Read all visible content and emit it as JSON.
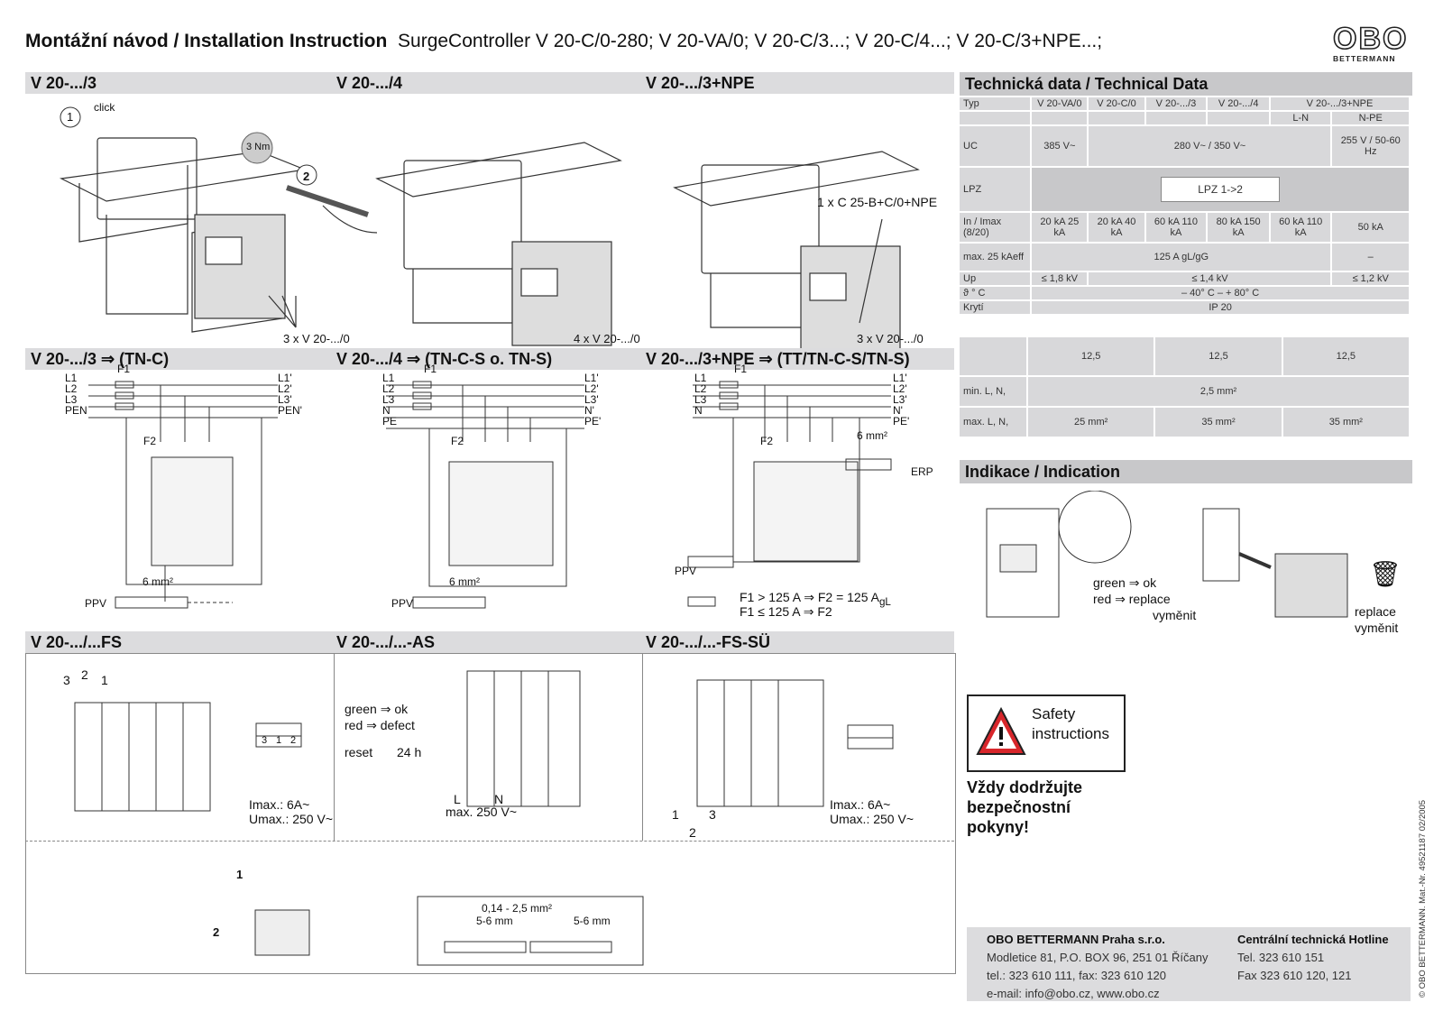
{
  "header": {
    "title_bold": "Montážní návod / Installation Instruction",
    "title_rest": "SurgeController V 20-C/0-280; V 20-VA/0; V 20-C/3...; V 20-C/4...; V 20-C/3+NPE...;",
    "logo_text": "OBO",
    "logo_sub": "BETTERMANN"
  },
  "sections": {
    "s1": "V 20-.../3",
    "s2": "V 20-.../4",
    "s3": "V 20-.../3+NPE",
    "s4": "V 20-.../3 ⇒ (TN-C)",
    "s5": "V 20-.../4 ⇒ (TN-C-S o. TN-S)",
    "s6": "V 20-.../3+NPE ⇒ (TT/TN-C-S/TN-S)",
    "s7": "V 20-.../...FS",
    "s8": "V 20-.../...-AS",
    "s9": "V 20-.../...-FS-SÜ"
  },
  "install": {
    "click": "click",
    "step1": "1",
    "step2": "2",
    "torque": "3 Nm",
    "qty3": "3 x V 20-.../0",
    "qty4": "4 x V 20-.../0",
    "qty3b": "3 x V 20-.../0",
    "npe": "1 x C 25-B+C/0+NPE"
  },
  "wiring": {
    "f1": "F1",
    "f2": "F2",
    "l1": "L1",
    "l2": "L2",
    "l3": "L3",
    "pen": "PEN",
    "n": "N",
    "pe": "PE",
    "l1p": "L1'",
    "l2p": "L2'",
    "l3p": "L3'",
    "penp": "PEN'",
    "np": "N'",
    "pep": "PE'",
    "mm6": "6 mm²",
    "ppv": "PPV",
    "erp": "ERP",
    "fuse1": "F1 >  125 A ⇒  F2 = 125 A",
    "fuse1_sub": "gL",
    "fuse2": "F1 ≤  125 A ⇒  F2"
  },
  "remote": {
    "n3": "3",
    "n2": "2",
    "n1": "1",
    "t3": "3",
    "t1": "1",
    "t2": "2",
    "imax": "Imax.: 6A~",
    "umax": "Umax.: 250 V~",
    "green": "green ⇒ ok",
    "red": "red    ⇒ defect",
    "reset": "reset",
    "h24": "24 h",
    "L": "L",
    "N": "N",
    "max250": "max. 250 V~",
    "b1": "1",
    "b3": "3",
    "b2": "2",
    "imax2": "Imax.: 6A~",
    "umax2": "Umax.: 250 V~"
  },
  "terminal": {
    "step1": "1",
    "step2": "2",
    "range": "0,14 - 2,5 mm²",
    "strip1": "5-6  mm",
    "strip2": "5-6 mm"
  },
  "tech": {
    "heading": "Technická data / Technical Data",
    "rows": [
      [
        "Typ",
        "V 20-VA/0",
        "V 20-C/0",
        "V 20-.../3",
        "V 20-.../4",
        "V 20-.../3+NPE"
      ],
      [
        "",
        "",
        "",
        "",
        "",
        "L-N",
        "N-PE"
      ],
      [
        "UC",
        "385 V~",
        "280 V~ / 350 V~",
        "255 V / 50-60 Hz"
      ],
      [
        "LPZ",
        "LPZ 1->2"
      ],
      [
        "In / Imax (8/20)",
        "20 kA 25 kA",
        "20 kA 40 kA",
        "60 kA 110 kA",
        "80 kA 150 kA",
        "60 kA 110 kA",
        "50 kA"
      ],
      [
        "max. 25 kAeff",
        "125 A gL/gG",
        "–"
      ],
      [
        "Up",
        "≤ 1,8 kV",
        "≤ 1,4 kV",
        "≤ 1,2 kV"
      ],
      [
        "ϑ ° C",
        "– 40° C – + 80° C"
      ],
      [
        "Krytí",
        "IP 20"
      ]
    ],
    "wire_strip": "12,5",
    "wire_min_label": "min. L, N,",
    "wire_min": "2,5 mm²",
    "wire_max_label": "max. L, N,",
    "wire_max": [
      "25 mm²",
      "35 mm²",
      "35 mm²"
    ]
  },
  "indication": {
    "heading": "Indikace / Indication",
    "green": "green ⇒ ok",
    "red": "red    ⇒ replace",
    "vymenit": "vyměnit",
    "replace": "replace",
    "vymenit2": "vyměnit"
  },
  "safety": {
    "line1": "Safety",
    "line2": "instructions",
    "note": "Vždy dodržujte bezpečnostní pokyny!"
  },
  "footer": {
    "company": "OBO BETTERMANN Praha s.r.o.",
    "addr": "Modletice 81, P.O. BOX 96, 251 01 Říčany",
    "tel": "tel.: 323 610 111, fax: 323 610 120",
    "email": "e-mail: info@obo.cz, www.obo.cz",
    "hotline": "Centrální technická Hotline",
    "htel": "Tel. 323 610 151",
    "hfax": "Fax 323 610 120, 121"
  },
  "side_note": "© OBO BETTERMANN.   Mat.-Nr. 49521187 02/2005"
}
